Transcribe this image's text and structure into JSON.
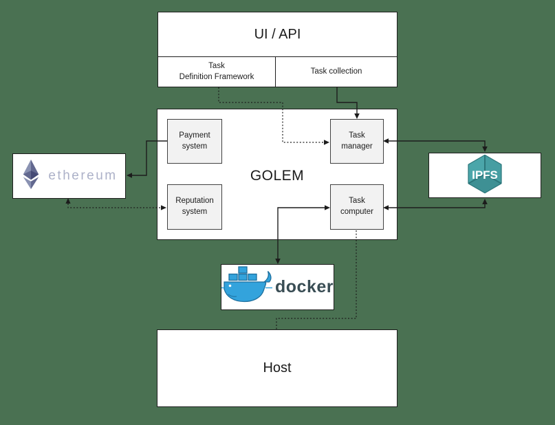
{
  "diagram": {
    "title": "Golem architecture diagram",
    "colors": {
      "background": "#4A7152",
      "box_fill": "#FFFFFF",
      "inner_box_fill": "#F2F2F2",
      "border": "#1C1C1C",
      "ethereum_wordmark": "#ACB1C8",
      "ethereum_logo": [
        "#8A92B2",
        "#62688F",
        "#454A75"
      ],
      "ipfs_teal": "#469EA2",
      "ipfs_teal_dark": "#2C767A",
      "docker_blue": "#33A3DC",
      "docker_outline": "#1D6F9E",
      "docker_wordmark": "#394D54"
    },
    "nodes": {
      "ui_api": {
        "label": "UI / API"
      },
      "task_definition": {
        "label": "Task\nDefinition  Framework"
      },
      "task_collection": {
        "label": "Task collection"
      },
      "golem": {
        "label": "GOLEM"
      },
      "payment_system": {
        "label": "Payment\nsystem"
      },
      "task_manager": {
        "label": "Task\nmanager"
      },
      "reputation_system": {
        "label": "Reputation\nsystem"
      },
      "task_computer": {
        "label": "Task\ncomputer"
      },
      "ethereum": {
        "brand": "ethereum"
      },
      "ipfs": {
        "brand": "IPFS"
      },
      "docker": {
        "brand": "docker"
      },
      "host": {
        "label": "Host"
      }
    },
    "edges": [
      {
        "from": "task-definition-framework",
        "to": "task-manager",
        "style": "dotted",
        "arrows": "end"
      },
      {
        "from": "task-collection",
        "to": "task-manager",
        "style": "solid",
        "arrows": "end"
      },
      {
        "from": "payment-system",
        "to": "ethereum",
        "style": "solid",
        "arrows": "end"
      },
      {
        "from": "ethereum",
        "to": "reputation-system",
        "style": "dotted",
        "arrows": "both"
      },
      {
        "from": "task-manager",
        "to": "ipfs",
        "style": "solid",
        "arrows": "both"
      },
      {
        "from": "task-computer",
        "to": "ipfs",
        "style": "solid",
        "arrows": "both"
      },
      {
        "from": "task-computer",
        "to": "docker",
        "style": "solid",
        "arrows": "both"
      },
      {
        "from": "task-computer",
        "to": "host",
        "style": "dotted",
        "arrows": "none"
      }
    ]
  }
}
